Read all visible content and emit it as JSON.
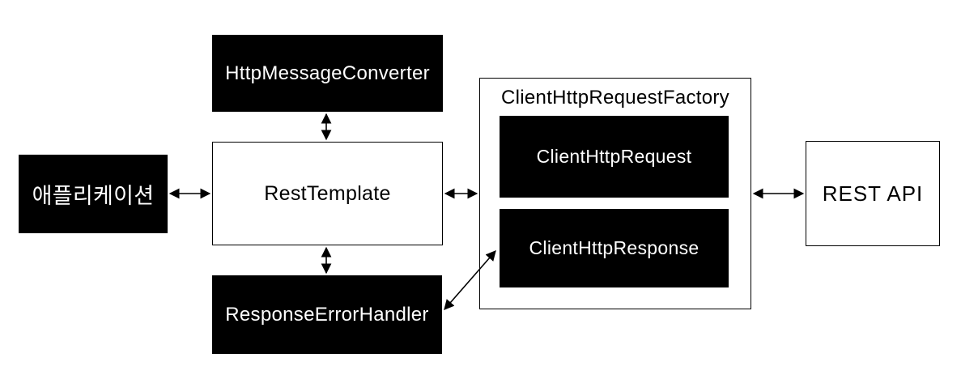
{
  "nodes": {
    "application": {
      "label": "애플리케이션",
      "style": "black"
    },
    "http_message_converter": {
      "label": "HttpMessageConverter",
      "style": "black"
    },
    "rest_template": {
      "label": "RestTemplate",
      "style": "white-outline"
    },
    "response_error_handler": {
      "label": "ResponseErrorHandler",
      "style": "black"
    },
    "client_http_request_factory": {
      "label": "ClientHttpRequestFactory",
      "style": "white-outline"
    },
    "client_http_request": {
      "label": "ClientHttpRequest",
      "style": "black"
    },
    "client_http_response": {
      "label": "ClientHttpResponse",
      "style": "black"
    },
    "rest_api": {
      "label": "REST API",
      "style": "white-outline"
    }
  },
  "edges": [
    {
      "from": "application",
      "to": "rest_template",
      "direction": "bidirectional",
      "orientation": "horizontal"
    },
    {
      "from": "http_message_converter",
      "to": "rest_template",
      "direction": "bidirectional",
      "orientation": "vertical"
    },
    {
      "from": "rest_template",
      "to": "response_error_handler",
      "direction": "bidirectional",
      "orientation": "vertical"
    },
    {
      "from": "rest_template",
      "to": "client_http_request_factory",
      "direction": "bidirectional",
      "orientation": "horizontal"
    },
    {
      "from": "client_http_request_factory",
      "to": "rest_api",
      "direction": "bidirectional",
      "orientation": "horizontal"
    },
    {
      "from": "response_error_handler",
      "to": "client_http_response",
      "direction": "bidirectional",
      "orientation": "diagonal"
    }
  ],
  "colors": {
    "background": "#ffffff",
    "box_fill_black": "#000000",
    "text_on_black": "#ffffff",
    "box_fill_white": "#ffffff",
    "text_on_white": "#000000",
    "line": "#000000"
  }
}
